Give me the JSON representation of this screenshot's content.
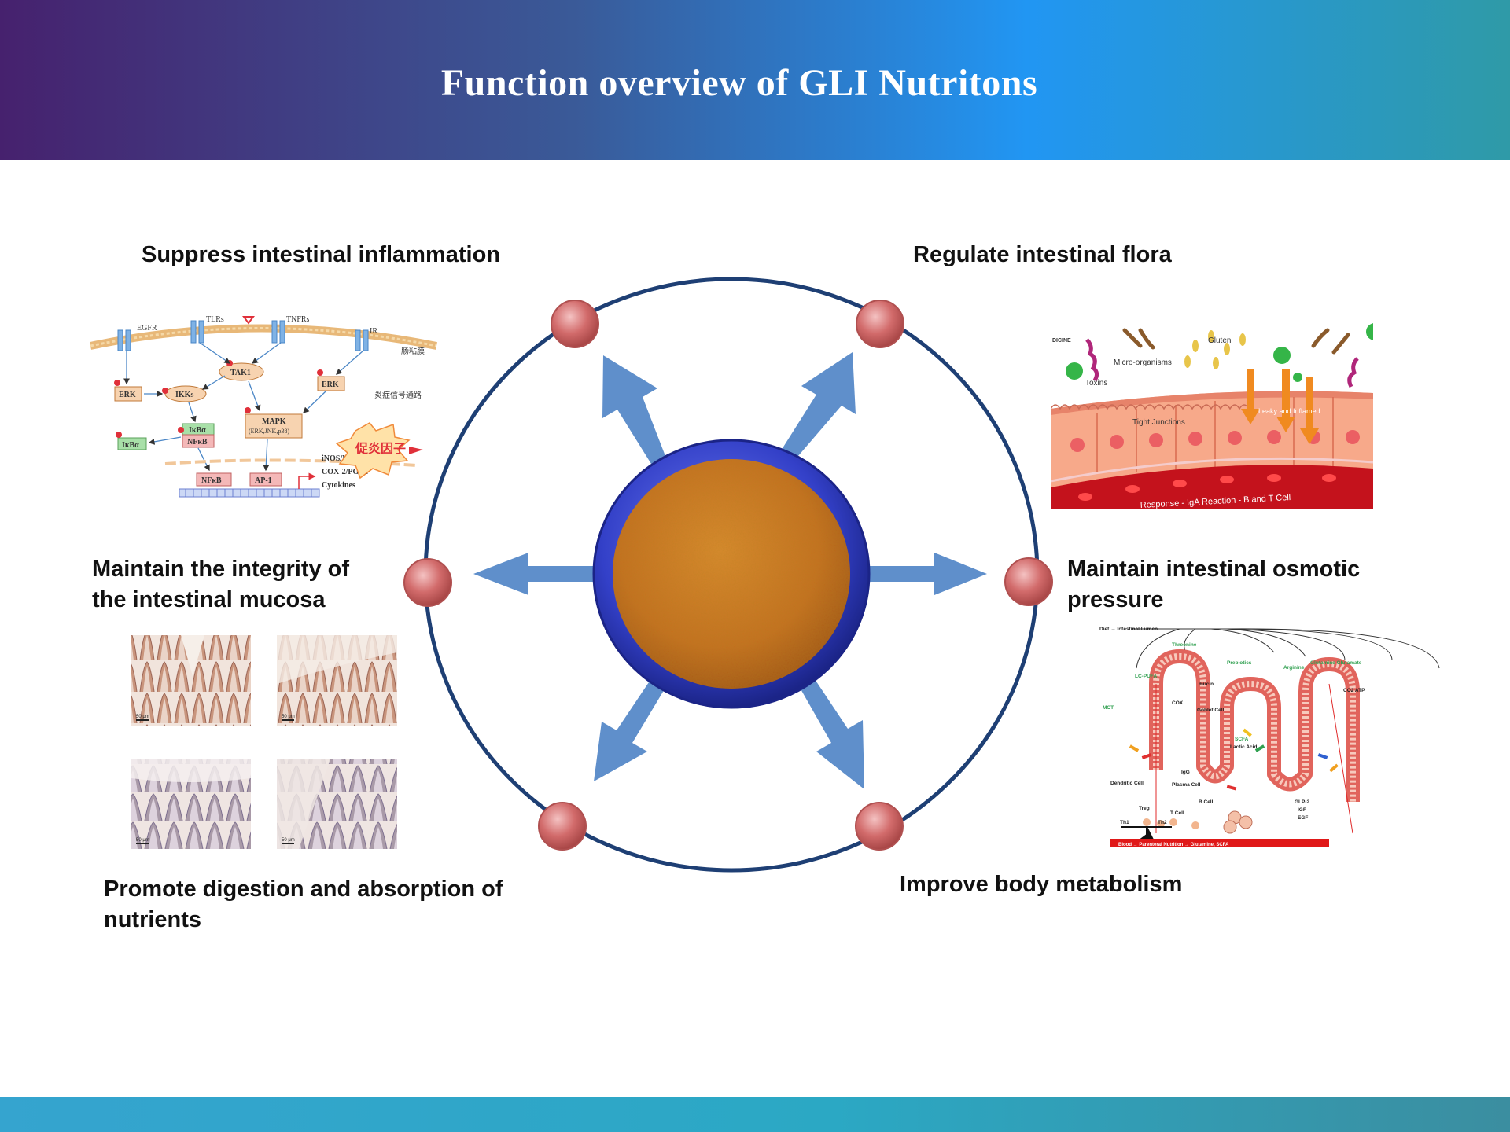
{
  "header": {
    "title": "Function overview of  GLI  Nutritons"
  },
  "colors": {
    "ring": "#1e3f74",
    "node": "#c95d5d",
    "arrow": "#5f8fcb",
    "center_bezel": "#3342c8",
    "powder": "#c8731f"
  },
  "functions": [
    {
      "id": "inflammation",
      "line1": "Suppress intestinal inflammation",
      "line2": ""
    },
    {
      "id": "flora",
      "line1": "Regulate intestinal flora",
      "line2": ""
    },
    {
      "id": "mucosa",
      "line1": "Maintain the integrity of",
      "line2": "the intestinal mucosa"
    },
    {
      "id": "osmotic",
      "line1": "Maintain intestinal osmotic",
      "line2": "pressure"
    },
    {
      "id": "digestion",
      "line1": "Promote digestion and absorption of",
      "line2": "nutrients"
    },
    {
      "id": "metabolism",
      "line1": "Improve body metabolism",
      "line2": ""
    }
  ],
  "pathway": {
    "receptors": [
      "EGFR",
      "TLRs",
      "TNFRs",
      "IR"
    ],
    "membrane_label": "肠粘膜",
    "pathway_label": "炎症信号通路",
    "nodes": [
      "ERK",
      "IKKs",
      "TAK1",
      "ERK",
      "IκBα",
      "NFκB",
      "IκBα",
      "MAPK",
      "(ERK,JNK,p38)",
      "NFκB",
      "AP-1"
    ],
    "outputs": [
      "iNOS/NO",
      "COX-2/PGE2",
      "Cytokines"
    ],
    "burst_label": "促炎因子"
  },
  "flora": {
    "labels": [
      "Micro-organisms",
      "Gluten",
      "Toxins",
      "Tight Junctions",
      "Leaky and Inflamed",
      "DICINE"
    ],
    "caption": "Response - IgA Reaction - B and T Cell"
  },
  "histology": {
    "scale": "50 μm"
  },
  "osmotic": {
    "labels": [
      "Diet → Intestinal Lumen",
      "Threonine",
      "LC-PUFA",
      "Prebiotics",
      "Arginine",
      "Glutamine Glutamate",
      "MCT",
      "SCFA",
      "Lactic Acid",
      "Goblet Cell",
      "Dendritic Cell",
      "Plasma Cell",
      "B Cell",
      "T Cell",
      "Treg",
      "Th1",
      "Th2",
      "IgG",
      "GLP-2",
      "IGF",
      "EGF",
      "mucin",
      "COX",
      "CO2 ATP"
    ],
    "blood_label": "Blood → Parenteral Nutrition → Glutamine, SCFA"
  }
}
